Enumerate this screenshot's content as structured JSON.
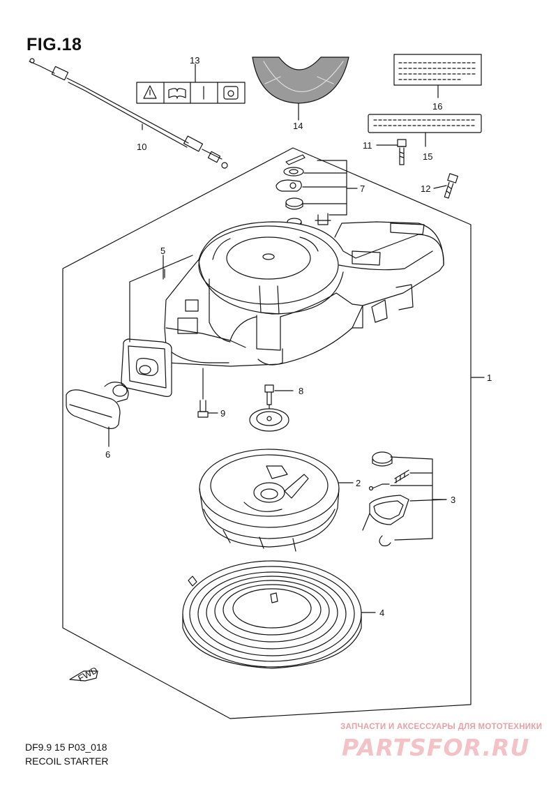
{
  "figure": {
    "title": "FIG.18",
    "model": "DF9.9 15 P03_018",
    "name": "RECOIL STARTER"
  },
  "callouts": {
    "c1": "1",
    "c2": "2",
    "c3": "3",
    "c4": "4",
    "c5": "5",
    "c6": "6",
    "c7": "7",
    "c8": "8",
    "c9": "9",
    "c10": "10",
    "c11": "11",
    "c12": "12",
    "c13": "13",
    "c14": "14",
    "c15": "15",
    "c16": "16"
  },
  "fwd_label": "FWD",
  "watermark": {
    "tagline": "ЗАПЧАСТИ И АКСЕССУАРЫ ДЛЯ МОТОТЕХНИКИ",
    "brand": "PARTSFOR.RU"
  }
}
